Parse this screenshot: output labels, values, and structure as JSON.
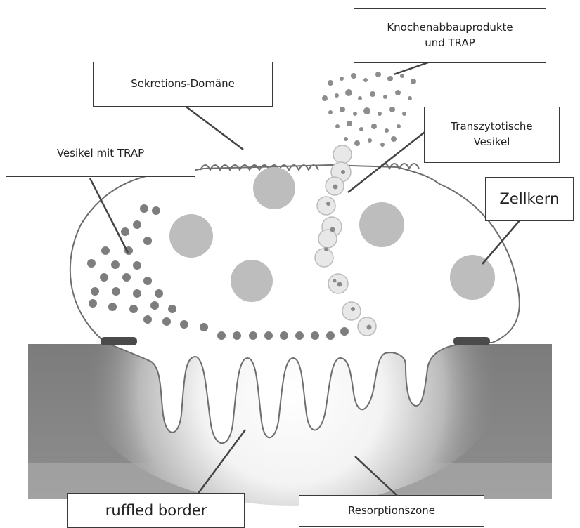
{
  "labels": {
    "knochenabbau": "Knochenabbauprodukte\nund TRAP",
    "sekretion": "Sekretions-Domäne",
    "vesikel_trap": "Vesikel mit TRAP",
    "transzytotisch": "Transzytotische\nVesikel",
    "zellkern": "Zellkern",
    "ruffled_border": "ruffled border",
    "resorptionszone": "Resorptionszone"
  },
  "colors": {
    "bone": "#7a7a7a",
    "cell_outline": "#6e6e6e",
    "nucleus": "#bdbdbd",
    "vesicle": "#7d7d7d",
    "leader_line": "#444444"
  }
}
